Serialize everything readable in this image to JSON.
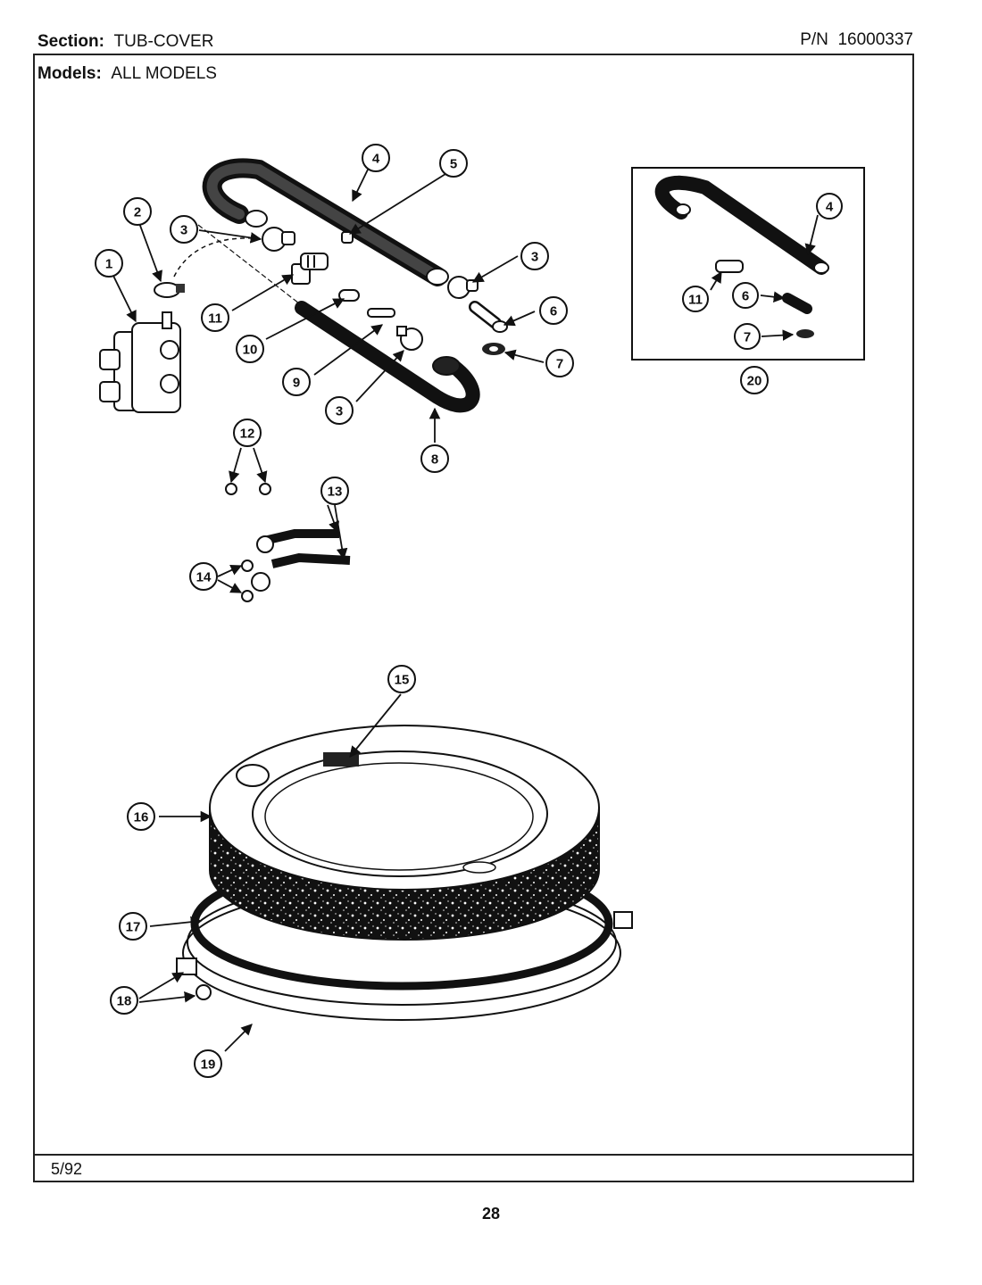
{
  "header": {
    "section_label": "Section:",
    "section_value": "TUB-COVER",
    "models_label": "Models:",
    "models_value": "ALL MODELS",
    "pn_label": "P/N",
    "pn_value": "16000337"
  },
  "footer": {
    "date": "5/92",
    "page_number": "28"
  },
  "callouts": {
    "c1": "1",
    "c2": "2",
    "c3a": "3",
    "c3b": "3",
    "c3c": "3",
    "c4": "4",
    "c5": "5",
    "c6": "6",
    "c7": "7",
    "c8": "8",
    "c9": "9",
    "c10": "10",
    "c11": "11",
    "c12": "12",
    "c13": "13",
    "c14": "14",
    "c15": "15",
    "c16": "16",
    "c17": "17",
    "c18": "18",
    "c19": "19",
    "c20": "20",
    "inset_c4": "4",
    "inset_c11": "11",
    "inset_c6": "6",
    "inset_c7": "7"
  }
}
